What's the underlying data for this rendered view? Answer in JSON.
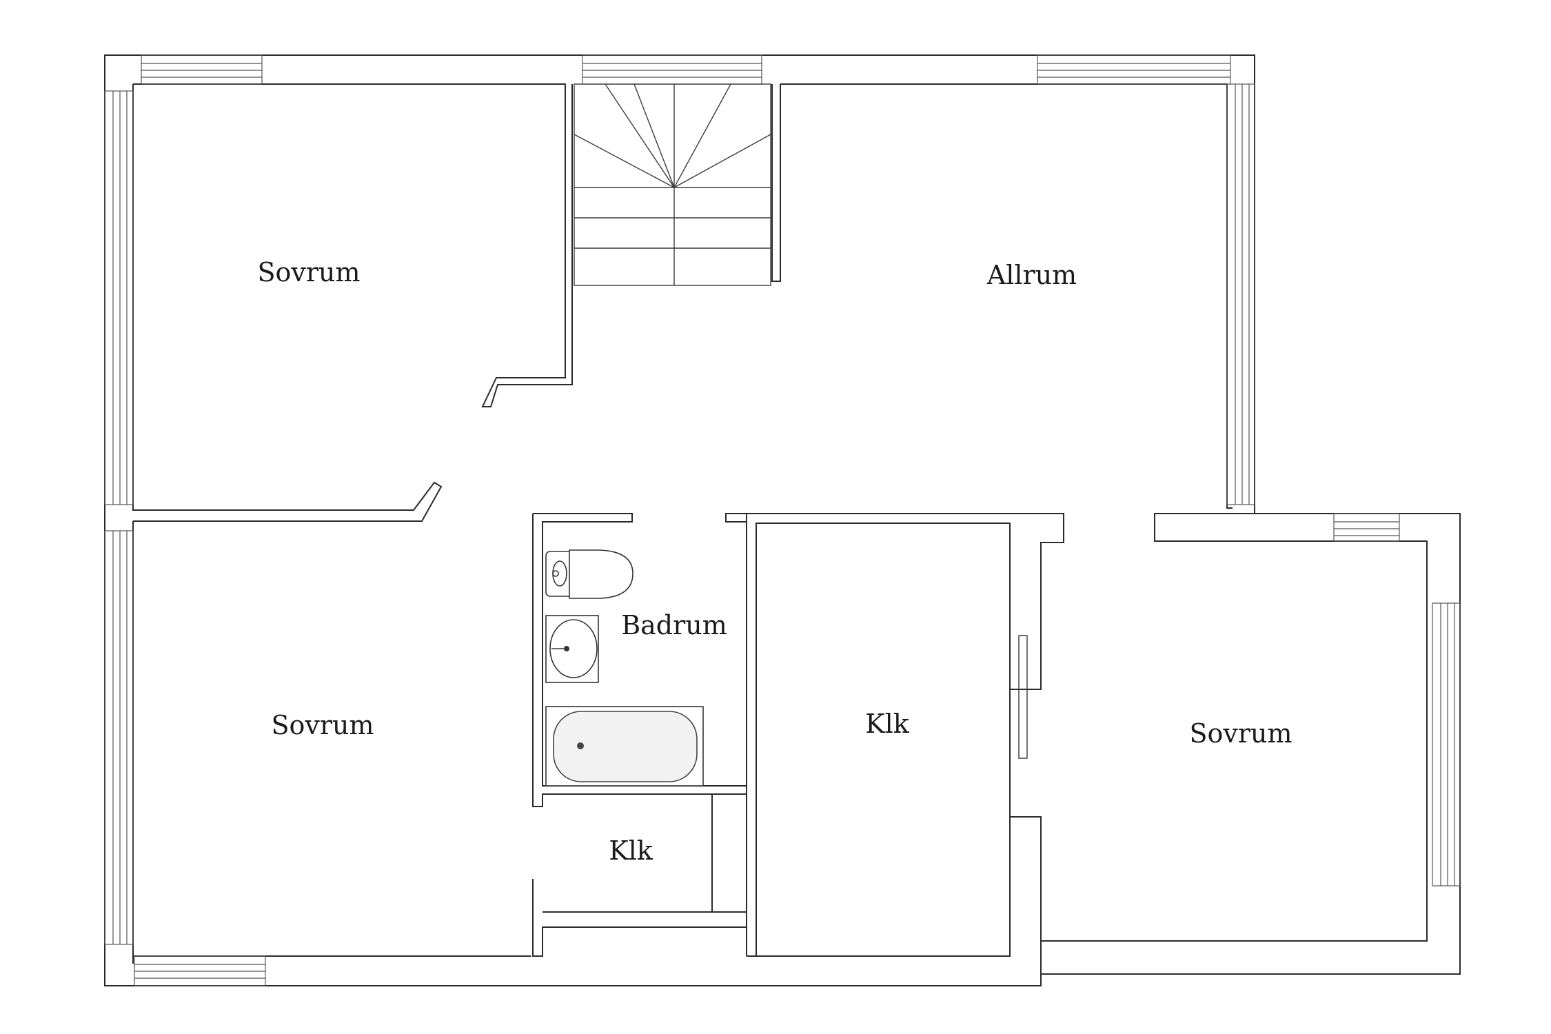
{
  "rooms": {
    "bedroom_nw": "Sovrum",
    "living": "Allrum",
    "bedroom_sw": "Sovrum",
    "bathroom": "Badrum",
    "closet_mid": "Klk",
    "closet_small": "Klk",
    "bedroom_e": "Sovrum"
  },
  "colors": {
    "line": "#2a2a2a",
    "background": "#ffffff"
  }
}
